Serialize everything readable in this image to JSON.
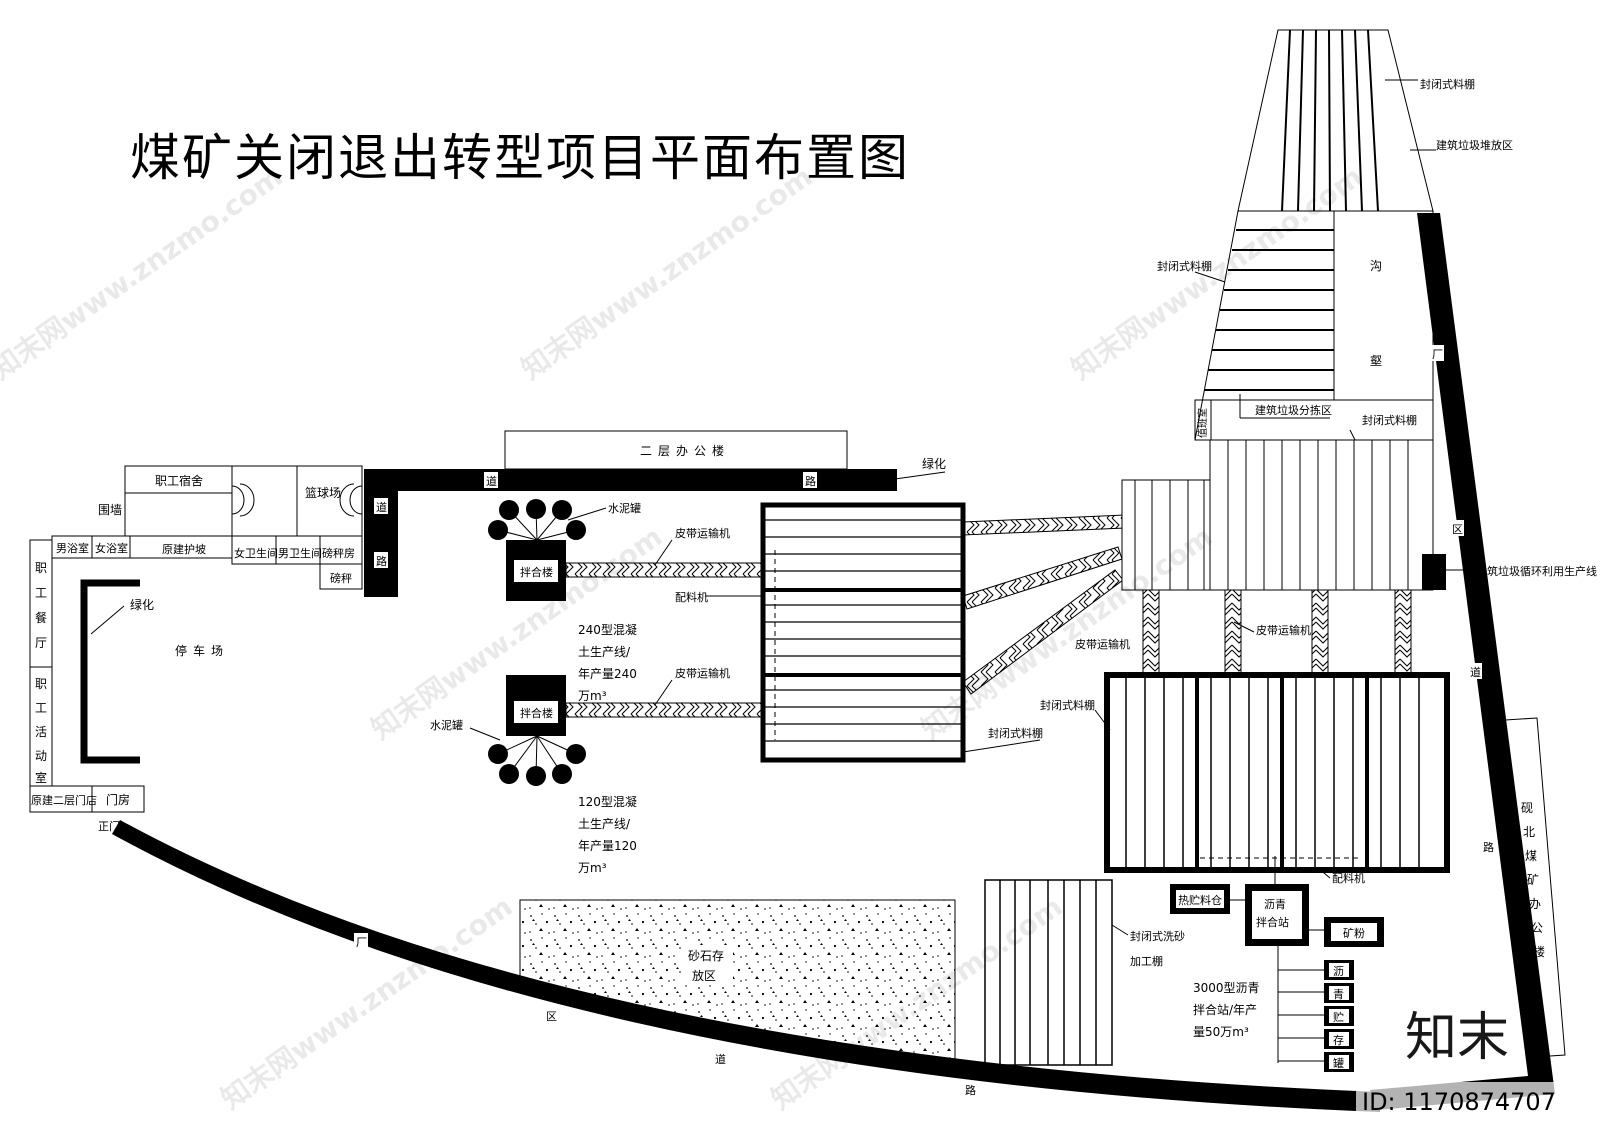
{
  "title": "煤矿关闭退出转型项目平面布置图",
  "labels": {
    "office_2f": "二层办公楼",
    "greening_top": "绿化",
    "greening_left": "绿化",
    "dorm": "职工宿舍",
    "basketball": "篮球场",
    "wall": "围墙",
    "men_bath": "男浴室",
    "women_bath": "女浴室",
    "slope": "原建护坡",
    "women_wc": "女卫生间",
    "men_wc": "男卫生间",
    "weigh_house": "磅秤房",
    "weigh": "磅秤",
    "canteen": "职工餐厅",
    "activity": "职工活动室",
    "parking": "停车场",
    "shop": "原建二层门店",
    "guard": "门房",
    "main_gate": "正门",
    "cement_tank_1": "水泥罐",
    "cement_tank_2": "水泥罐",
    "mixer_1": "拌合楼",
    "mixer_2": "拌合楼",
    "belt_1": "皮带运输机",
    "belt_2": "皮带运输机",
    "belt_3": "皮带运输机",
    "belt_4": "皮带运输机",
    "batcher_1": "配料机",
    "batcher_2": "配料机",
    "line240": [
      "240型混凝",
      "土生产线/",
      "年产量240",
      "万m³"
    ],
    "line120": [
      "120型混凝",
      "土生产线/",
      "年产量120",
      "万m³"
    ],
    "shed_1": "封闭式料棚",
    "shed_2": "封闭式料棚",
    "shed_3": "封闭式料棚",
    "shed_4": "封闭式料棚",
    "shed_5": "封闭式料棚",
    "waste_storage": "建筑垃圾堆放区",
    "gully": "沟壑",
    "duty_room": "值班室",
    "sorting": "建筑垃圾分拣区",
    "recycling_line": "建筑垃圾循环利用生产线",
    "gravel": [
      "砂石存",
      "放区"
    ],
    "wash_shed": [
      "封闭式洗砂",
      "加工棚"
    ],
    "hot_bin": "热贮料仓",
    "asphalt_station": [
      "沥青",
      "拌合站"
    ],
    "mineral_powder": "矿粉",
    "asphalt_tank": [
      "沥",
      "青",
      "贮",
      "存",
      "罐"
    ],
    "asphalt_note": [
      "3000型沥青",
      "拌合站/年产",
      "量50万m³"
    ],
    "coal_office": "砚北煤矿办公楼",
    "road_chars_top": [
      "道",
      "路"
    ],
    "road_chars_short": [
      "道",
      "路"
    ],
    "road_chars_right": [
      "厂",
      "区",
      "道",
      "路"
    ],
    "road_chars_bottom": [
      "厂",
      "区",
      "道",
      "路"
    ]
  },
  "watermark": {
    "text": "知末网www.znzmo.com",
    "logo": "知末",
    "id": "ID: 1170874707"
  }
}
